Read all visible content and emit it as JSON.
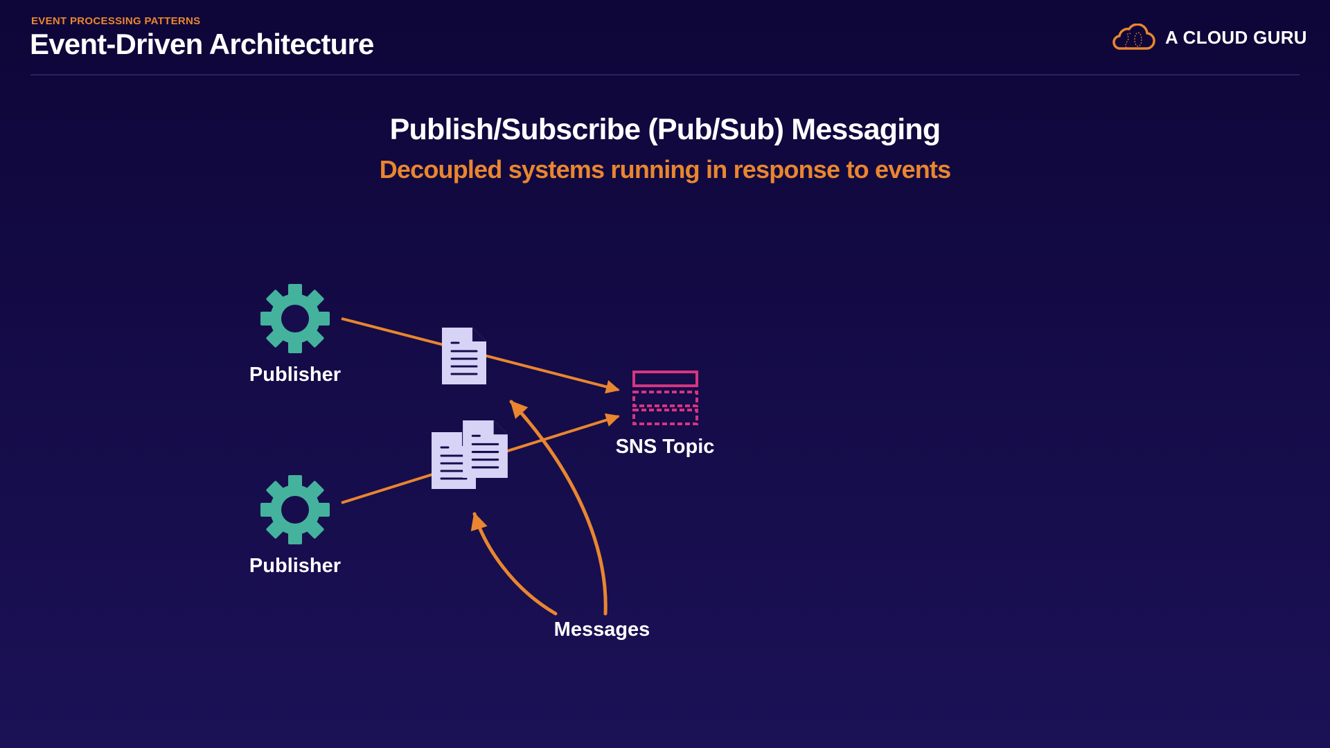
{
  "header": {
    "category": "EVENT PROCESSING PATTERNS",
    "title": "Event-Driven Architecture",
    "logo_text": "A CLOUD GURU",
    "logo_icon": "cloud-icon"
  },
  "slide": {
    "heading": "Publish/Subscribe (Pub/Sub) Messaging",
    "subtitle": "Decoupled systems running in response to events"
  },
  "diagram": {
    "nodes": [
      {
        "id": "publisher-1",
        "icon": "gear-icon",
        "label": "Publisher"
      },
      {
        "id": "publisher-2",
        "icon": "gear-icon",
        "label": "Publisher"
      },
      {
        "id": "sns-topic",
        "icon": "sns-topic-icon",
        "label": "SNS Topic"
      },
      {
        "id": "message-single",
        "icon": "document-icon",
        "label": ""
      },
      {
        "id": "message-multiple",
        "icon": "documents-icon",
        "label": ""
      }
    ],
    "edges": [
      {
        "from": "publisher-1",
        "to": "sns-topic"
      },
      {
        "from": "publisher-2",
        "to": "sns-topic"
      }
    ],
    "annotation": {
      "label": "Messages",
      "points_to": [
        "message-single",
        "message-multiple"
      ]
    }
  },
  "colors": {
    "accent": "#e9862f",
    "gear": "#45b29d",
    "topic": "#d6357f",
    "document": "#d7d3f7",
    "background": "#140b47"
  }
}
